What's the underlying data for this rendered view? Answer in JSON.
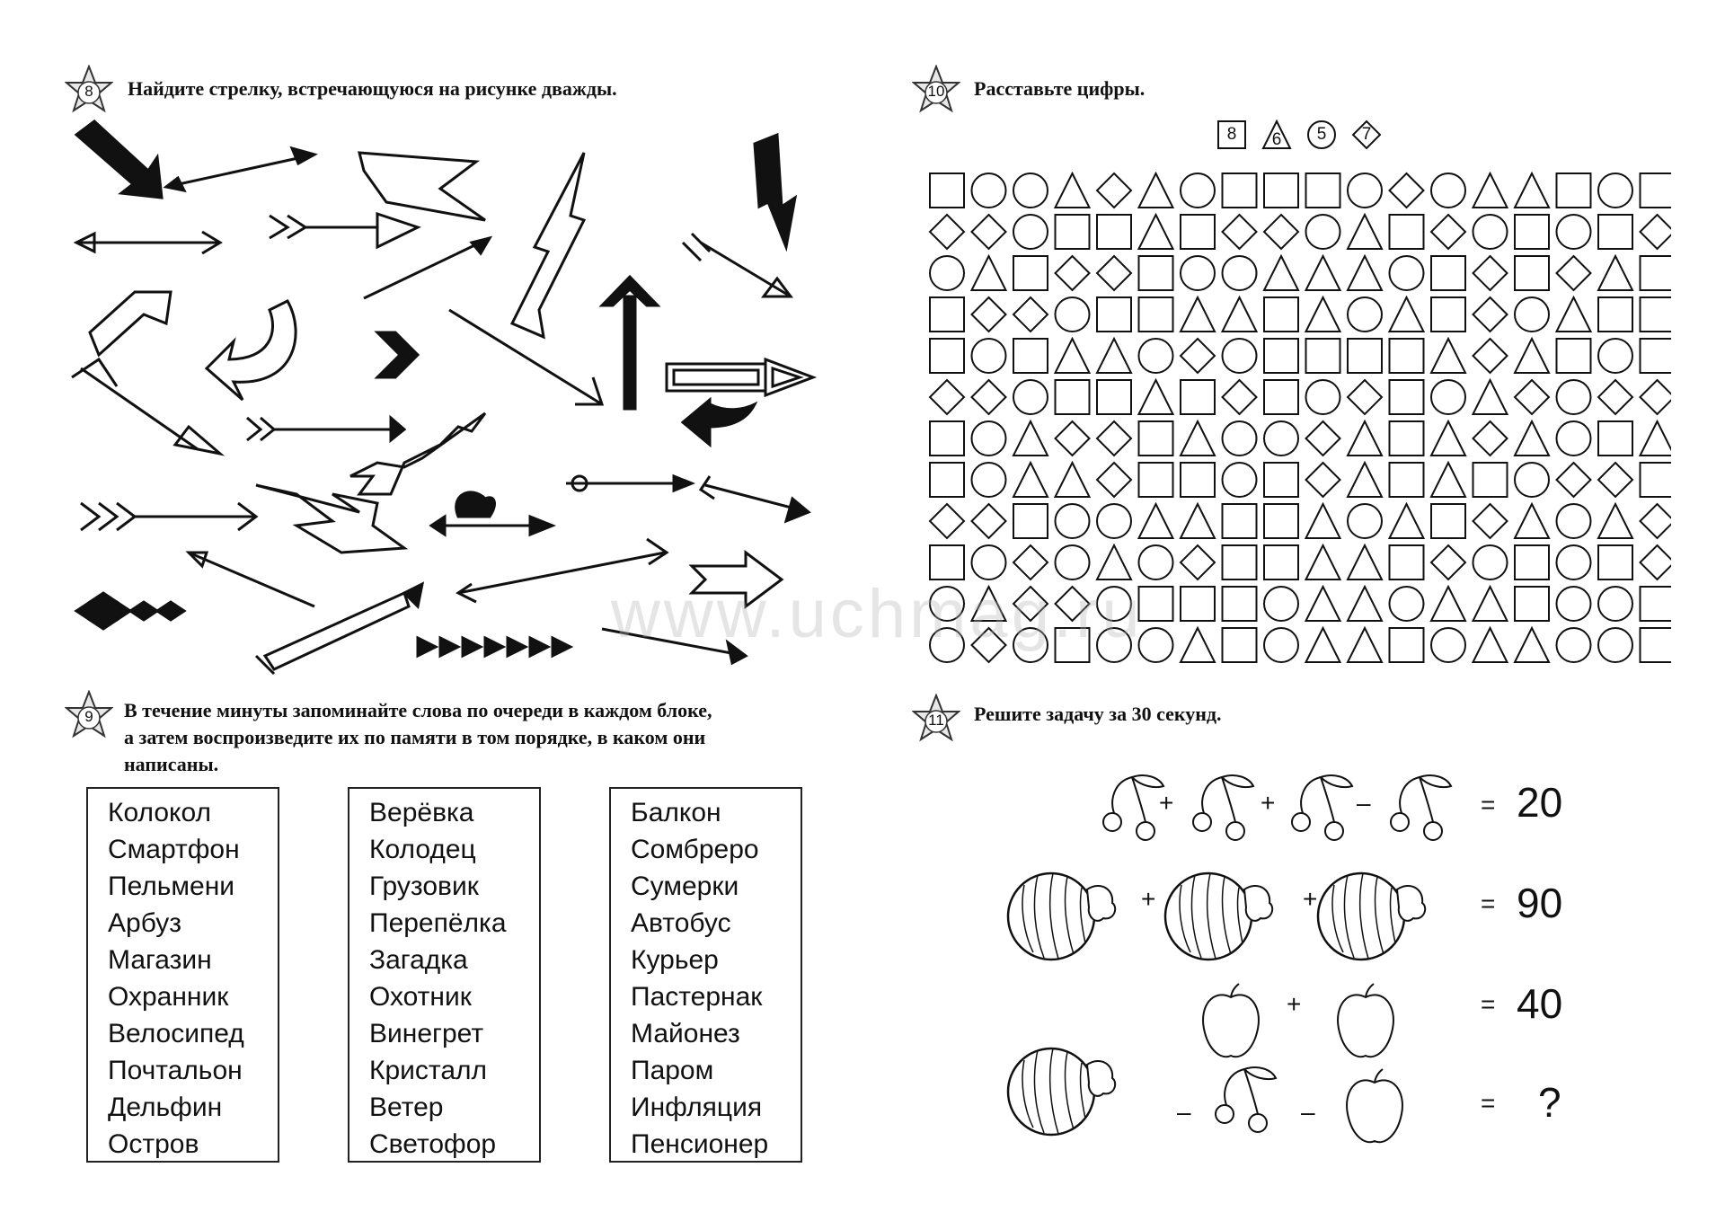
{
  "tasks": {
    "t8": {
      "number": "8",
      "title": "Найдите  стрелку,  встречающуюся на рисунке дважды."
    },
    "t9": {
      "number": "9",
      "lines": [
        "В течение минуты запоминайте слова по очереди в каждом блоке,",
        "а затем воспроизведите их по памяти в том порядке, в каком  они",
        "написаны."
      ]
    },
    "t10": {
      "number": "10",
      "title": "Расставьте цифры."
    },
    "t11": {
      "number": "11",
      "title": "Решите задачу за 30 секунд."
    }
  },
  "word_blocks": [
    [
      "Колокол",
      "Смартфон",
      "Пельмени",
      "Арбуз",
      "Магазин",
      "Охранник",
      "Велосипед",
      "Почтальон",
      "Дельфин",
      "Остров"
    ],
    [
      "Верёвка",
      "Колодец",
      "Грузовик",
      "Перепёлка",
      "Загадка",
      "Охотник",
      "Винегрет",
      "Кристалл",
      "Ветер",
      "Светофор"
    ],
    [
      "Балкон",
      "Сомбреро",
      "Сумерки",
      "Автобус",
      "Курьер",
      "Пастернак",
      "Майонез",
      "Паром",
      "Инфляция",
      "Пенсионер"
    ]
  ],
  "shape_key": [
    {
      "shape": "square",
      "digit": "8"
    },
    {
      "shape": "triangle",
      "digit": "6"
    },
    {
      "shape": "circle",
      "digit": "5"
    },
    {
      "shape": "diamond",
      "digit": "7"
    }
  ],
  "shape_grid": [
    "SCCTDTCSSSCDCTTSCS",
    "DDCSSTSDDCTSDCSCSD",
    "CTSDDSCCTTTCSDSDTS",
    "SDDCSSTTSTCTSDCTSS",
    "SCSTTCDCSSSSTDTSCS",
    "DDCSSTSDSCDSCTDCDD",
    "SCTDDSTCCDTSTDTCST",
    "SCTTDSSCSDTSTSCDDS",
    "DDSCCTTSSTCTSDTCTD",
    "SCDCTCDSSTTSDCSCSD",
    "CTDDCSSSCTTCTTSCCS",
    "CDCSCCTSCTTSCTTCCS"
  ],
  "equations": [
    {
      "fruit": "cherries",
      "operators": [
        "+",
        "+",
        "–"
      ],
      "sign": "=",
      "result": "20"
    },
    {
      "fruit": "watermelons",
      "operators": [
        "+",
        "+"
      ],
      "sign": "=",
      "result": "90"
    },
    {
      "fruit": "apples",
      "operators": [
        "+"
      ],
      "sign": "=",
      "result": "40"
    },
    {
      "fruit": "mixed",
      "operators": [
        "–",
        "–"
      ],
      "sign": "=",
      "result": "?"
    }
  ],
  "watermark": "www.uchmag.ru"
}
